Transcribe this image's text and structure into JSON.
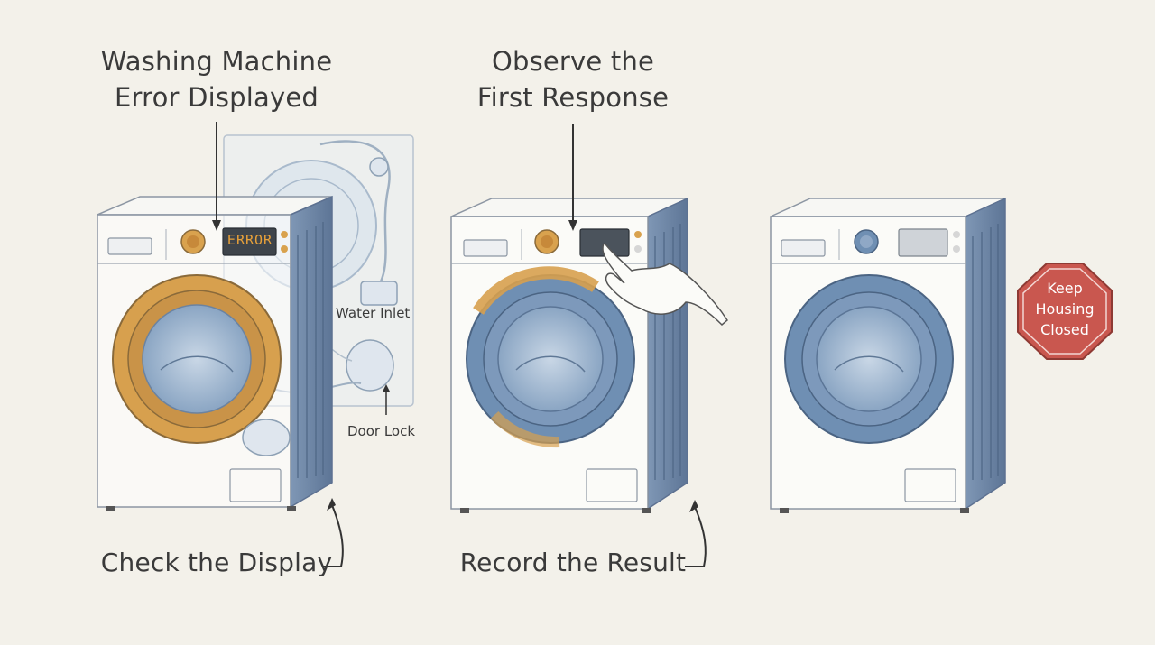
{
  "captions": {
    "title_left_line1": "Washing Machine",
    "title_left_line2": "Error Displayed",
    "title_mid_line1": "Observe the",
    "title_mid_line2": "First Response",
    "bottom_left": "Check the Display",
    "bottom_mid": "Record the Result"
  },
  "parts": {
    "water_inlet": "Water Inlet",
    "door_lock": "Door Lock"
  },
  "display": {
    "error_text": "ERROR"
  },
  "sign": {
    "line1": "Keep",
    "line2": "Housing",
    "line3": "Closed"
  },
  "colors": {
    "background": "#f3f1ea",
    "door_orange": "#d19a4a",
    "door_blue": "#6f8fb3",
    "stop_red": "#c9574f",
    "error_amber": "#e8a13a"
  },
  "icons": [
    "washing-machine-icon",
    "hand-icon",
    "stop-sign-icon",
    "arrow-icon"
  ]
}
